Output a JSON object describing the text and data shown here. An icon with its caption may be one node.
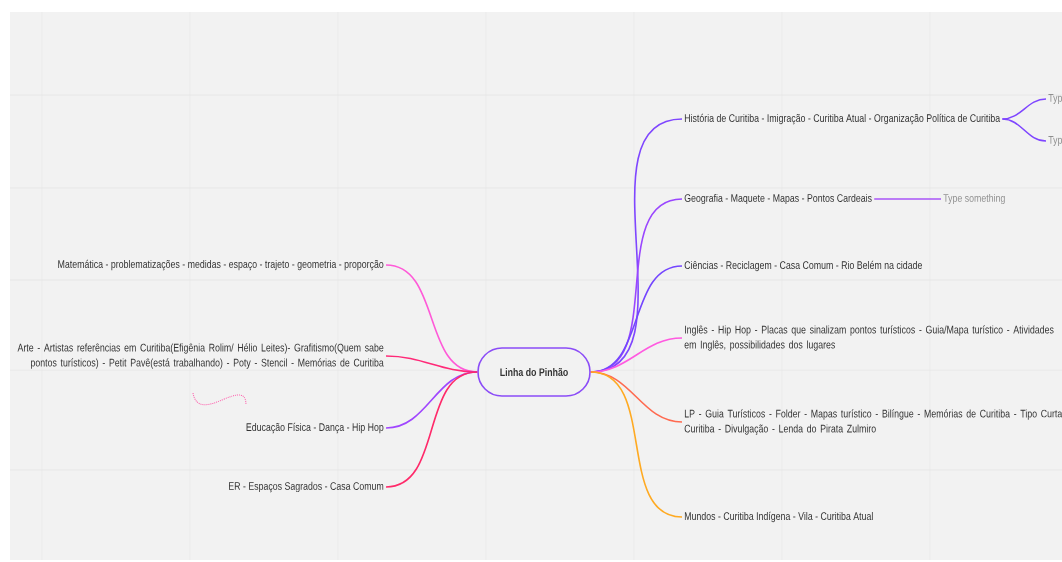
{
  "diagram": {
    "nodes": [
      {
        "text": [
          "Linha do Pinhão"
        ]
      },
      {
        "text": [
          "Matemática - problematizações - medidas - espaço - trajeto - geometria - proporção"
        ]
      },
      {
        "text": [
          "Arte - Artistas referências em Curitiba(Efigênia Rolim/ Hélio Leites)- Grafitismo(Quem sabe pontos turísticos) - Petit Pavê(está trabalhando) - Poty - Stencil - Memórias de Curitiba"
        ]
      },
      {
        "text": [
          "Educação Física - Dança - Hip Hop"
        ]
      },
      {
        "text": [
          "ER - Espaços Sagrados - Casa Comum"
        ]
      },
      {
        "text": [
          "História de Curitiba - Imigração - Curitiba Atual - Organização Política de Curitiba"
        ]
      },
      {
        "text": [
          "Typ"
        ]
      },
      {
        "text": [
          "Typ"
        ]
      },
      {
        "text": [
          "Geografia - Maquete - Mapas - Pontos Cardeais"
        ]
      },
      {
        "text": [
          "Type something"
        ]
      },
      {
        "text": [
          "Ciências - Reciclagem - Casa Comum - Rio Belém na cidade"
        ]
      },
      {
        "text": [
          "Inglês - Hip Hop - Placas que sinalizam pontos turísticos - Guia/Mapa turístico - Atividades em Inglês, possibilidades dos lugares"
        ]
      },
      {
        "text": [
          "LP - Guia Turísticos  - Folder - Mapas turístico - Bilíngue - Memórias de Curitiba - Tipo Curta Curitiba - Divulgação - Lenda do Pirata Zulmiro"
        ]
      },
      {
        "text": [
          "Mundos - Curitiba Indígena - Vila - Curitiba Atual"
        ]
      }
    ],
    "edges": [
      {
        "from": 0,
        "to": 1,
        "arrow": "none",
        "color": "#ff5ad8"
      },
      {
        "from": 0,
        "to": 2,
        "arrow": "none",
        "color": "#ff2a78"
      },
      {
        "from": 0,
        "to": 3,
        "arrow": "none",
        "color": "#a046ff"
      },
      {
        "from": 0,
        "to": 4,
        "arrow": "none",
        "color": "#ff2a6a"
      },
      {
        "from": 0,
        "to": 5,
        "arrow": "none",
        "color": "#7f46ff"
      },
      {
        "from": 5,
        "to": 6,
        "arrow": "none",
        "color": "#7f46ff"
      },
      {
        "from": 5,
        "to": 7,
        "arrow": "none",
        "color": "#7f46ff"
      },
      {
        "from": 0,
        "to": 8,
        "arrow": "none",
        "color": "#9a46ff"
      },
      {
        "from": 8,
        "to": 9,
        "arrow": "none",
        "color": "#a855f7"
      },
      {
        "from": 0,
        "to": 10,
        "arrow": "none",
        "color": "#7446ff"
      },
      {
        "from": 0,
        "to": 11,
        "arrow": "none",
        "color": "#ff5ae0"
      },
      {
        "from": 0,
        "to": 12,
        "arrow": "none",
        "color": "#ff6a50"
      },
      {
        "from": 0,
        "to": 13,
        "arrow": "none",
        "color": "#ffaa22"
      }
    ]
  }
}
